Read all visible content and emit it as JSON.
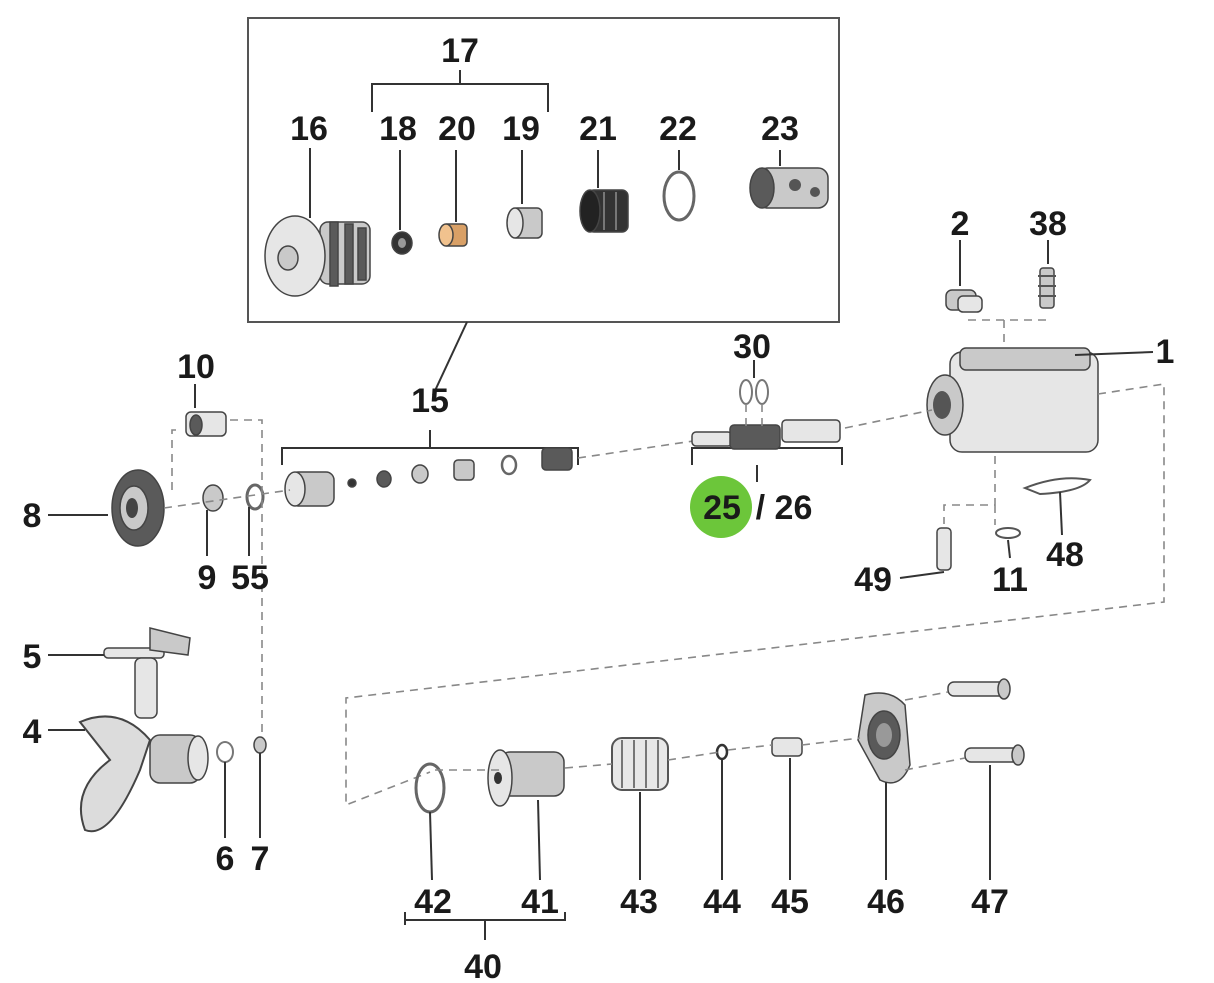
{
  "labels": {
    "l1": "1",
    "l2": "2",
    "l38": "38",
    "l4": "4",
    "l5": "5",
    "l6": "6",
    "l7": "7",
    "l8": "8",
    "l9": "9",
    "l10": "10",
    "l11": "11",
    "l15": "15",
    "l16": "16",
    "l17": "17",
    "l18": "18",
    "l19": "19",
    "l20": "20",
    "l21": "21",
    "l22": "22",
    "l23": "23",
    "l25": "25",
    "l26": "/ 26",
    "l30": "30",
    "l40": "40",
    "l41": "41",
    "l42": "42",
    "l43": "43",
    "l44": "44",
    "l45": "45",
    "l46": "46",
    "l47": "47",
    "l48": "48",
    "l49": "49",
    "l55": "55"
  },
  "colors": {
    "highlight": "#6cc63a",
    "brass": "#d9a066",
    "line": "#333333",
    "dashed": "#888888"
  }
}
